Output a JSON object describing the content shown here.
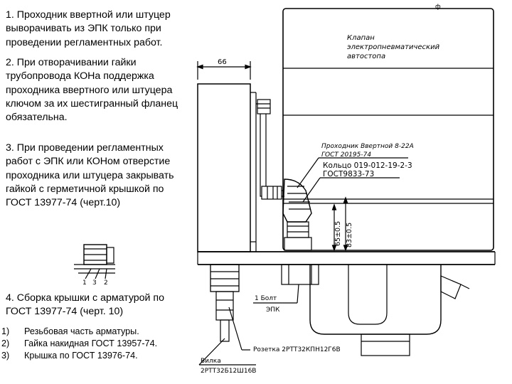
{
  "notes": [
    "1. Проходник ввертной или штуцер выворачивать из ЭПК только при проведении регламентных работ.",
    "2. При отворачивании гайки трубопровода КОНа поддержка проходника ввертного или штуцера ключом за их шестигранный фланец обязательна.",
    "3. При проведении регламентных работ с ЭПК или КОНом отверстие  проходника  или штуцера закрывать гайкой с герметичной крышкой по ГОСТ 13977-74 (черт.10)",
    "4. Сборка крышки с арматурой по ГОСТ 13977-74 (черт. 10)"
  ],
  "list": [
    {
      "num": "1)",
      "text": "Резьбовая часть арматуры."
    },
    {
      "num": "2)",
      "text": "Гайка накидная ГОСТ 13957-74."
    },
    {
      "num": "3)",
      "text": "Крышка по ГОСТ 13976-74."
    }
  ],
  "drawing": {
    "valve_label": [
      "Клапан",
      "электропневматический",
      "автостопа"
    ],
    "dim_66": "66",
    "top_mark": "ф",
    "adapter_label": [
      "Проходник Ввертной 8-22А",
      "ГОСТ 20195-74"
    ],
    "ring_label": [
      "Кольцо 019-012-19-2-3",
      "ГОСТ9833-73"
    ],
    "dim_65": "65±0.5",
    "dim_83": "83±0.5",
    "bolt_label": [
      "1  Болт",
      "ЭПК"
    ],
    "socket_label": "Розетка 2РТТ32КПН12Г6В",
    "plug_label": [
      "Вилка",
      "2РТТ32Б12Ш16В"
    ],
    "fig_numbers": [
      "1",
      "3",
      "2"
    ]
  }
}
